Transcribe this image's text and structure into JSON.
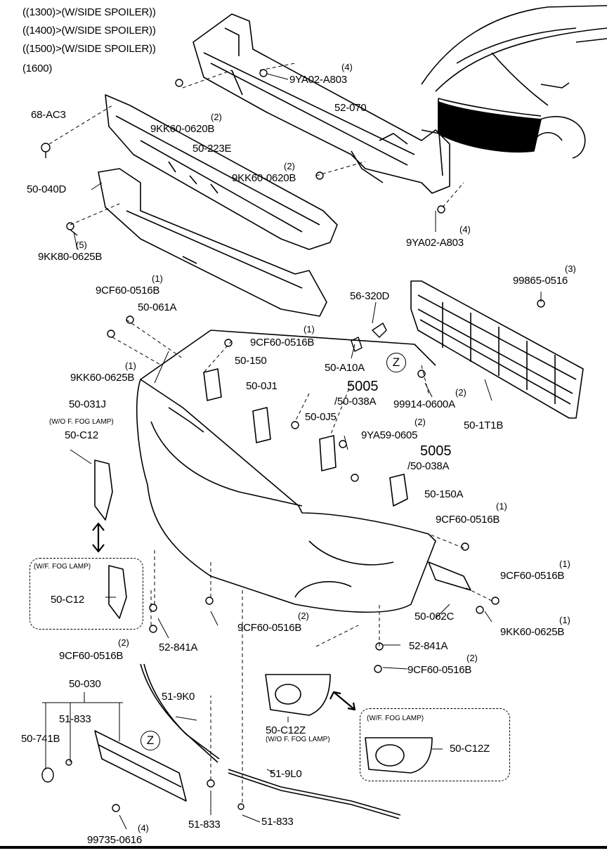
{
  "header": {
    "line1": "((1300)>(W/SIDE SPOILER))",
    "line2": "((1400)>(W/SIDE SPOILER))",
    "line3": "((1500)>(W/SIDE SPOILER))",
    "line4": "(1600)"
  },
  "parts": {
    "p9ya02_a803_top": {
      "qty": "(4)",
      "code": "9YA02-A803"
    },
    "p52_070": {
      "code": "52-070"
    },
    "p68_ac3": {
      "code": "68-AC3"
    },
    "p9kk60_0620b_a": {
      "qty": "(2)",
      "code": "9KK60-0620B"
    },
    "p50_223e": {
      "code": "50-223E"
    },
    "p9kk60_0620b_b": {
      "qty": "(2)",
      "code": "9KK60-0620B"
    },
    "p50_040d": {
      "code": "50-040D"
    },
    "p9ya02_a803_bot": {
      "qty": "(4)",
      "code": "9YA02-A803"
    },
    "p9kk80_0625b": {
      "qty": "(5)",
      "code": "9KK80-0625B"
    },
    "p9cf60_0516b_a": {
      "qty": "(1)",
      "code": "9CF60-0516B"
    },
    "p50_061a": {
      "code": "50-061A"
    },
    "p56_320d": {
      "code": "56-320D"
    },
    "p99865_0516": {
      "qty": "(3)",
      "code": "99865-0516"
    },
    "p9cf60_0516b_b": {
      "qty": "(1)",
      "code": "9CF60-0516B"
    },
    "p9kk60_0625b_a": {
      "qty": "(1)",
      "code": "9KK60-0625B"
    },
    "p50_150": {
      "code": "50-150"
    },
    "p50_a10a": {
      "code": "50-A10A"
    },
    "p50_031j": {
      "code": "50-031J"
    },
    "p50_0j1": {
      "code": "50-0J1"
    },
    "p5005_a": {
      "code": "5005",
      "sub": "/50-038A"
    },
    "p99914_0600a": {
      "qty": "(2)",
      "code": "99914-0600A"
    },
    "p50_1t1b": {
      "code": "50-1T1B"
    },
    "wo_fog_lamp": {
      "text": "(W/O F. FOG LAMP)"
    },
    "p50_c12_a": {
      "code": "50-C12"
    },
    "p50_0j5": {
      "code": "50-0J5"
    },
    "p9ya59_0605": {
      "qty": "(2)",
      "code": "9YA59-0605"
    },
    "p5005_b": {
      "code": "5005",
      "sub": "/50-038A"
    },
    "p50_150a": {
      "code": "50-150A"
    },
    "p9cf60_0516b_c": {
      "qty": "(1)",
      "code": "9CF60-0516B"
    },
    "wf_fog_lamp_a": {
      "text": "(W/F. FOG LAMP)"
    },
    "p50_c12_b": {
      "code": "50-C12"
    },
    "p9cf60_0516b_d": {
      "qty": "(1)",
      "code": "9CF60-0516B"
    },
    "p9cf60_0516b_e": {
      "qty": "(2)",
      "code": "9CF60-0516B"
    },
    "p50_062c": {
      "code": "50-062C"
    },
    "p9kk60_0625b_b": {
      "qty": "(1)",
      "code": "9KK60-0625B"
    },
    "p9cf60_0516b_f": {
      "qty": "(2)",
      "code": "9CF60-0516B"
    },
    "p52_841a_a": {
      "code": "52-841A"
    },
    "p52_841a_b": {
      "code": "52-841A"
    },
    "p9cf60_0516b_g": {
      "qty": "(2)",
      "code": "9CF60-0516B"
    },
    "p50_030": {
      "code": "50-030"
    },
    "p51_9k0": {
      "code": "51-9K0"
    },
    "p51_833_a": {
      "code": "51-833"
    },
    "p50_741b": {
      "code": "50-741B"
    },
    "p50_c12z_a": {
      "code": "50-C12Z",
      "sub": "(W/O F. FOG LAMP)"
    },
    "wf_fog_lamp_b": {
      "text": "(W/F. FOG LAMP)"
    },
    "p50_c12z_b": {
      "code": "50-C12Z"
    },
    "p51_9l0": {
      "code": "51-9L0"
    },
    "p51_833_b": {
      "code": "51-833"
    },
    "p51_833_c": {
      "code": "51-833"
    },
    "p99735_0616": {
      "qty": "(4)",
      "code": "99735-0616"
    }
  },
  "callout_z": "Z"
}
